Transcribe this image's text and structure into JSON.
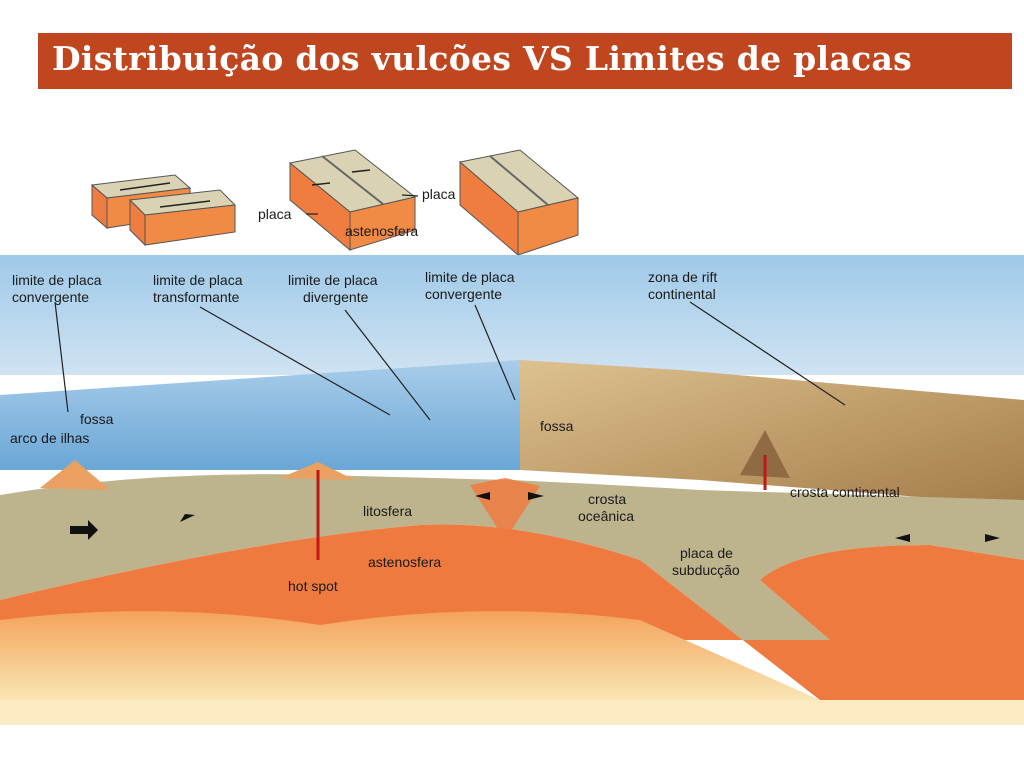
{
  "title": "Distribuição dos vulcões VS Limites de placas",
  "inset_labels": {
    "placa_left": "placa",
    "placa_right": "placa",
    "astenosfera": "astenosfera"
  },
  "boundary_labels": {
    "convergent_left": [
      "limite de placa",
      "convergente"
    ],
    "transform": [
      "limite de placa",
      "transformante"
    ],
    "divergent": [
      "limite de placa",
      "divergente"
    ],
    "convergent_right": [
      "limite de placa",
      "convergente"
    ],
    "rift": [
      "zona de rift",
      "continental"
    ]
  },
  "feature_labels": {
    "fossa_left": "fossa",
    "arco": "arco de ilhas",
    "fossa_right": "fossa",
    "litosfera": "litosfera",
    "crosta_oceanica": [
      "crosta",
      "oceânica"
    ],
    "crosta_continental": "crosta continental",
    "astenosfera": "astenosfera",
    "hot_spot": "hot spot",
    "placa_subduccao": [
      "placa de",
      "subducção"
    ]
  },
  "colors": {
    "title_bg": "#c0461f",
    "ocean": "#7fb4dc",
    "lithosphere": "#b9b08c",
    "asthenosphere": "#ef7a40",
    "mantle": "#f6c77a",
    "land": "#c9a46a"
  }
}
